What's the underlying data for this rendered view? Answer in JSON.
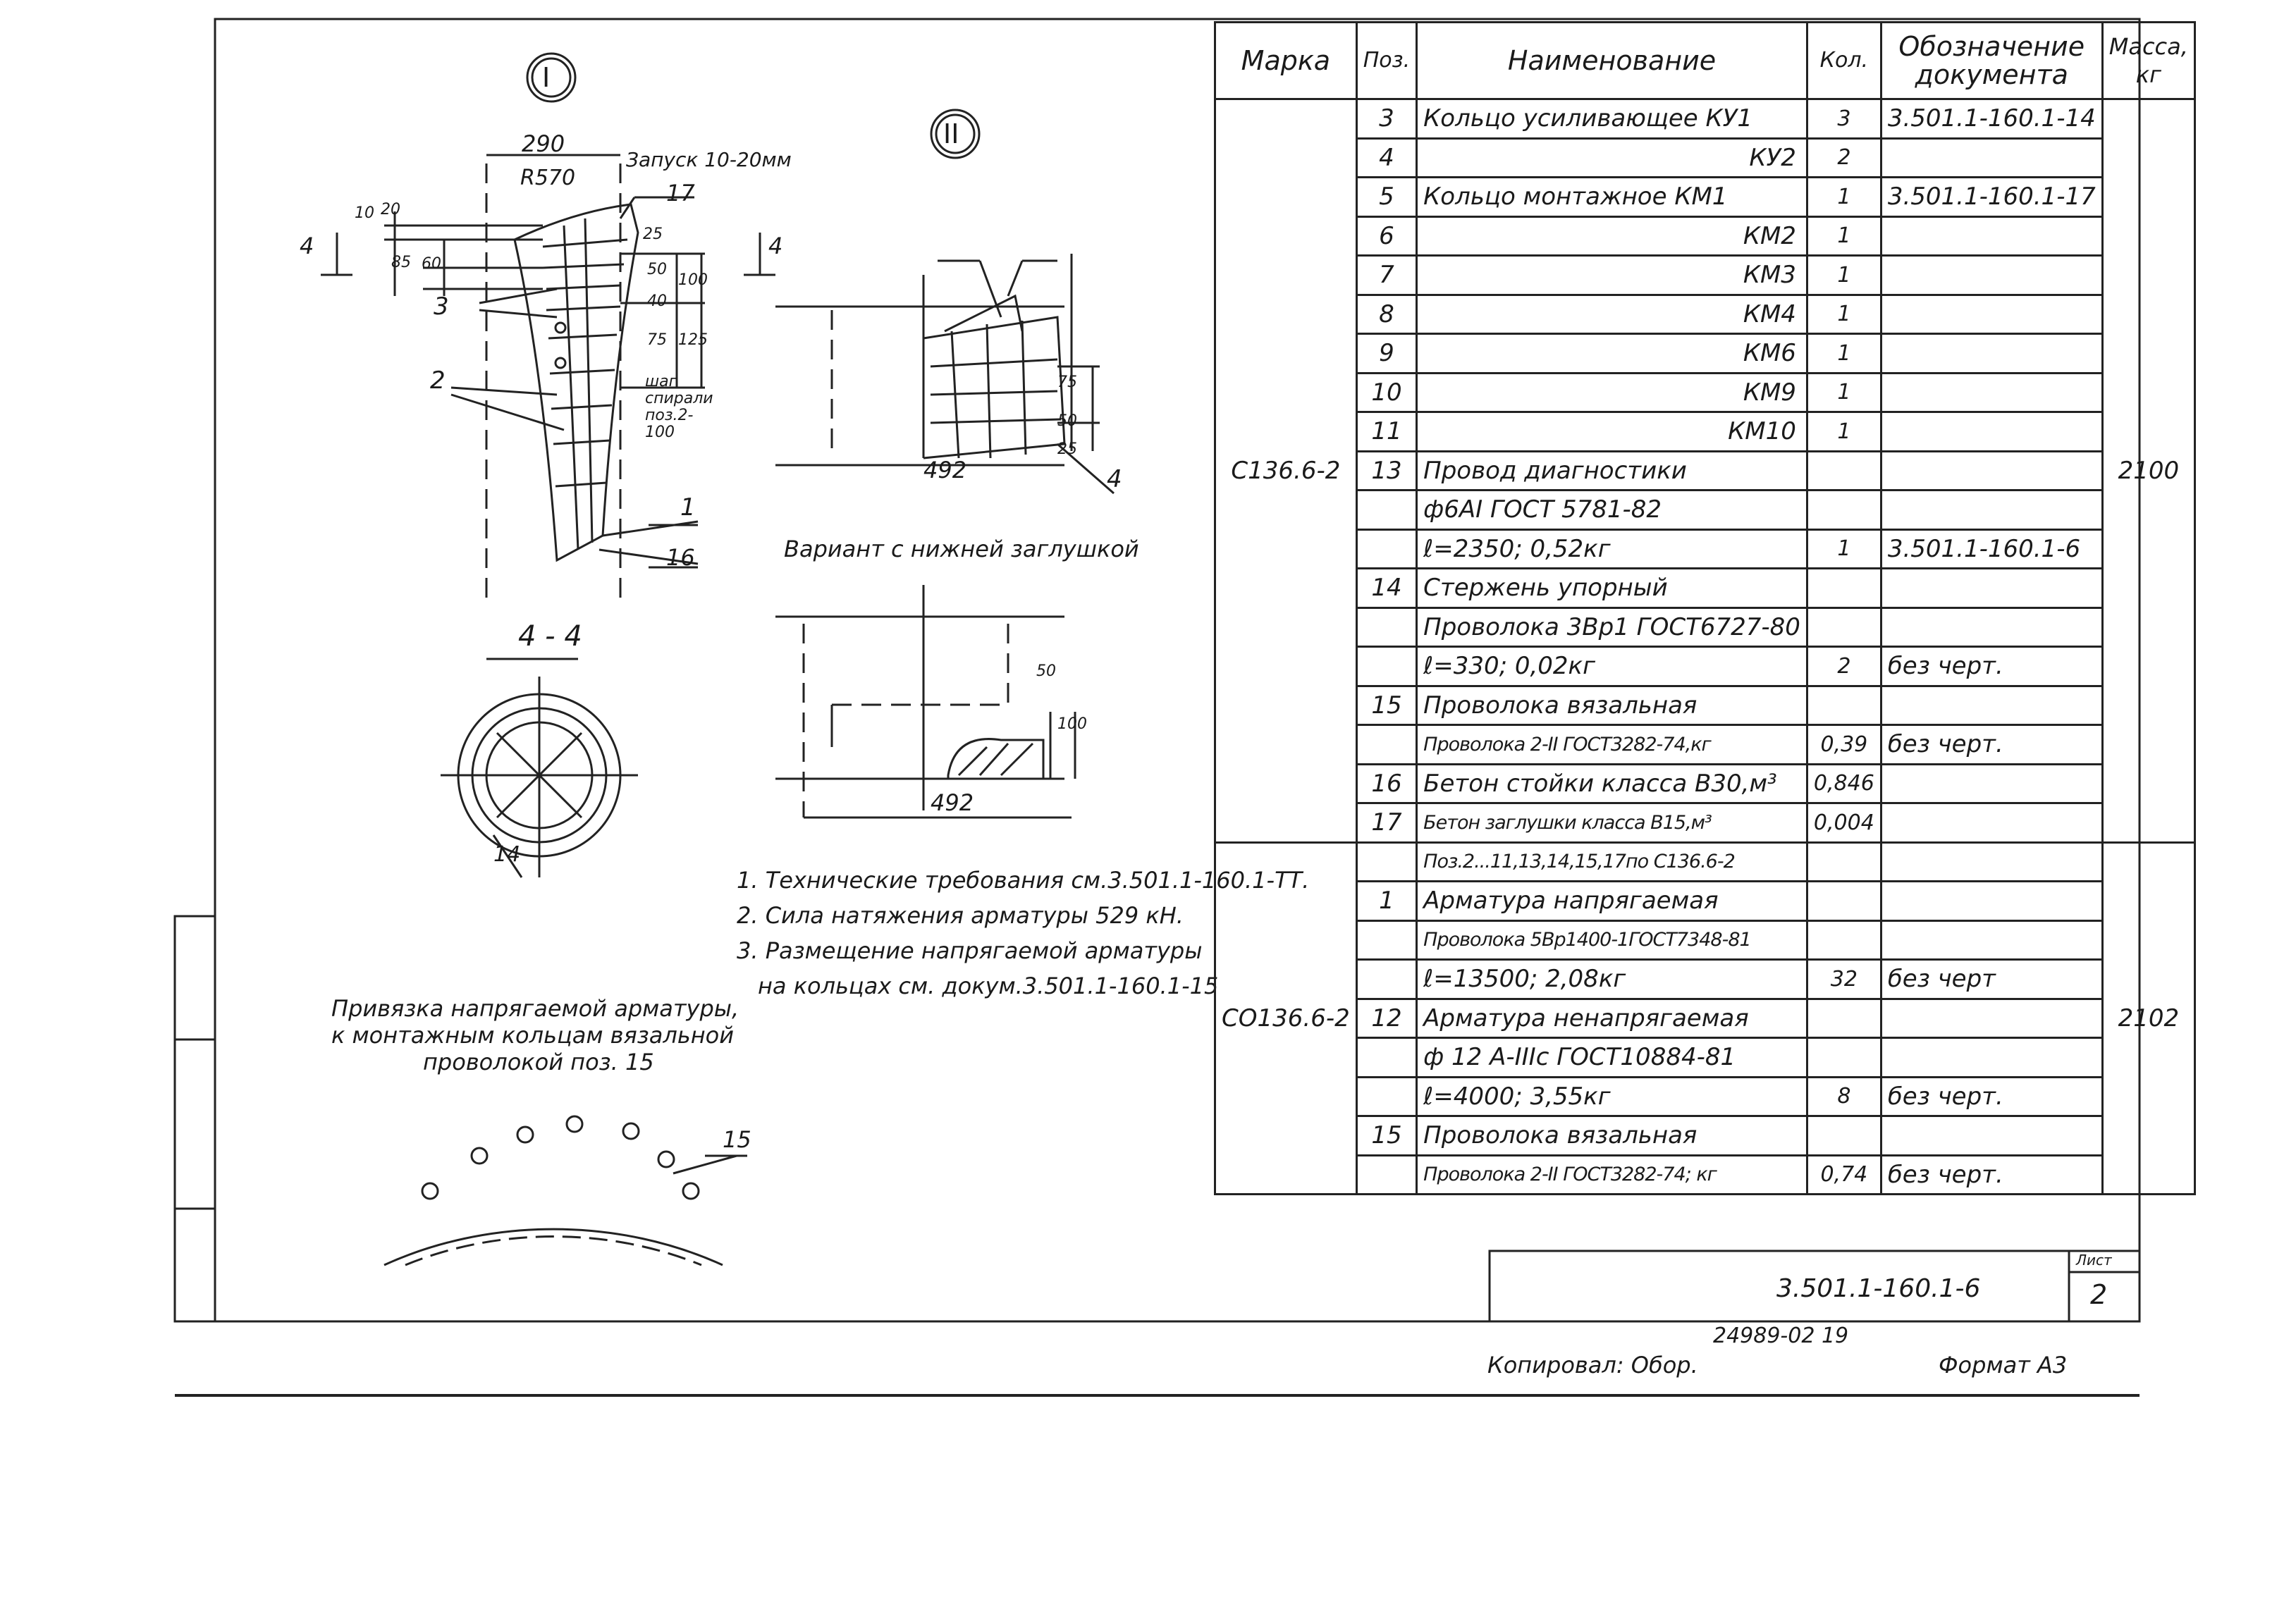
{
  "drawing": {
    "view_1_label": "I",
    "view_2_label": "II",
    "dim_290": "290",
    "dim_r570": "R570",
    "overlap_note": "Запуск 10-20мм",
    "dim_10": "10",
    "dim_20": "20",
    "dim_85": "85",
    "dim_60": "60",
    "dim_25": "25",
    "dim_40": "40",
    "dim_100": "100",
    "dim_50": "50",
    "dim_75": "75",
    "dim_125": "125",
    "spiral_step": "шаг спирали поз.2-100",
    "section_arrow_left": "4",
    "section_arrow_right": "4",
    "pos_1": "1",
    "pos_2": "2",
    "pos_3": "3",
    "pos_4": "4",
    "pos_14": "14",
    "pos_15": "15",
    "pos_16": "16",
    "pos_17": "17",
    "dim_492_top": "492",
    "dim_492_bottom": "492",
    "view2_dim_50": "50",
    "view2_dim_75": "75",
    "view2_dim_25": "25",
    "variant_bottom_plug": "Вариант с нижней заглушкой",
    "plug_dim_100": "100",
    "plug_dim_50": "50",
    "section_label": "4 - 4",
    "binding_title_1": "Привязка напрягаемой арматуры,",
    "binding_title_2": "к монтажным кольцам вязальной",
    "binding_title_3": "проволокой поз. 15"
  },
  "notes": [
    "1. Технические требования см.3.501.1-160.1-ТТ.",
    "2. Сила натяжения арматуры 529 кН.",
    "3. Размещение напрягаемой арматуры",
    "на кольцах см. докум.3.501.1-160.1-15"
  ],
  "spec": {
    "headers": [
      "Марка",
      "Поз.",
      "Наименование",
      "Кол.",
      "Обозначение документа",
      "Масса, кг"
    ],
    "groups": [
      {
        "mark": "С136.6-2",
        "mass": "2100",
        "rows": [
          {
            "pos": "3",
            "name": "Кольцо усиливающее КУ1",
            "qty": "3",
            "doc": "3.501.1-160.1-14"
          },
          {
            "pos": "4",
            "name": "КУ2",
            "qty": "2",
            "doc": ""
          },
          {
            "pos": "5",
            "name": "Кольцо монтажное КМ1",
            "qty": "1",
            "doc": "3.501.1-160.1-17"
          },
          {
            "pos": "6",
            "name": "КМ2",
            "qty": "1",
            "doc": ""
          },
          {
            "pos": "7",
            "name": "КМ3",
            "qty": "1",
            "doc": ""
          },
          {
            "pos": "8",
            "name": "КМ4",
            "qty": "1",
            "doc": ""
          },
          {
            "pos": "9",
            "name": "КМ6",
            "qty": "1",
            "doc": ""
          },
          {
            "pos": "10",
            "name": "КМ9",
            "qty": "1",
            "doc": ""
          },
          {
            "pos": "11",
            "name": "КМ10",
            "qty": "1",
            "doc": ""
          },
          {
            "pos": "13",
            "name": "Провод диагностики",
            "qty": "",
            "doc": ""
          },
          {
            "pos": "",
            "name": "ф6АI ГОСТ 5781-82",
            "qty": "",
            "doc": ""
          },
          {
            "pos": "",
            "name": "ℓ=2350; 0,52кг",
            "qty": "1",
            "doc": "3.501.1-160.1-6"
          },
          {
            "pos": "14",
            "name": "Стержень упорный",
            "qty": "",
            "doc": ""
          },
          {
            "pos": "",
            "name": "Проволока 3Вр1 ГОСТ6727-80",
            "qty": "",
            "doc": ""
          },
          {
            "pos": "",
            "name": "ℓ=330; 0,02кг",
            "qty": "2",
            "doc": "без черт."
          },
          {
            "pos": "15",
            "name": "Проволока вязальная",
            "qty": "",
            "doc": ""
          },
          {
            "pos": "",
            "name": "Проволока 2-II ГОСТ3282-74,кг",
            "qty": "0,39",
            "doc": "без черт."
          },
          {
            "pos": "16",
            "name": "Бетон стойки класса В30,м³",
            "qty": "0,846",
            "doc": ""
          },
          {
            "pos": "17",
            "name": "Бетон заглушки класса В15,м³",
            "qty": "0,004",
            "doc": ""
          }
        ]
      },
      {
        "mark": "СО136.6-2",
        "mass": "2102",
        "rows": [
          {
            "pos": "",
            "name": "Поз.2...11,13,14,15,17по С136.6-2",
            "qty": "",
            "doc": ""
          },
          {
            "pos": "1",
            "name": "Арматура напрягаемая",
            "qty": "",
            "doc": ""
          },
          {
            "pos": "",
            "name": "Проволока 5Вр1400-1ГОСТ7348-81",
            "qty": "",
            "doc": ""
          },
          {
            "pos": "",
            "name": "ℓ=13500; 2,08кг",
            "qty": "32",
            "doc": "без черт"
          },
          {
            "pos": "12",
            "name": "Арматура ненапрягаемая",
            "qty": "",
            "doc": ""
          },
          {
            "pos": "",
            "name": "ф 12 А-IIIс ГОСТ10884-81",
            "qty": "",
            "doc": ""
          },
          {
            "pos": "",
            "name": "ℓ=4000; 3,55кг",
            "qty": "8",
            "doc": "без черт."
          },
          {
            "pos": "15",
            "name": "Проволока вязальная",
            "qty": "",
            "doc": ""
          },
          {
            "pos": "",
            "name": "Проволока 2-II ГОСТ3282-74; кг",
            "qty": "0,74",
            "doc": "без черт."
          }
        ]
      }
    ]
  },
  "title_block": {
    "doc_number": "3.501.1-160.1-6",
    "sheet_label": "Лист",
    "sheet_number": "2"
  },
  "footer": {
    "inventory": "24989-02 19",
    "copied_by": "Копировал: Обор.",
    "format": "Формат А3"
  }
}
